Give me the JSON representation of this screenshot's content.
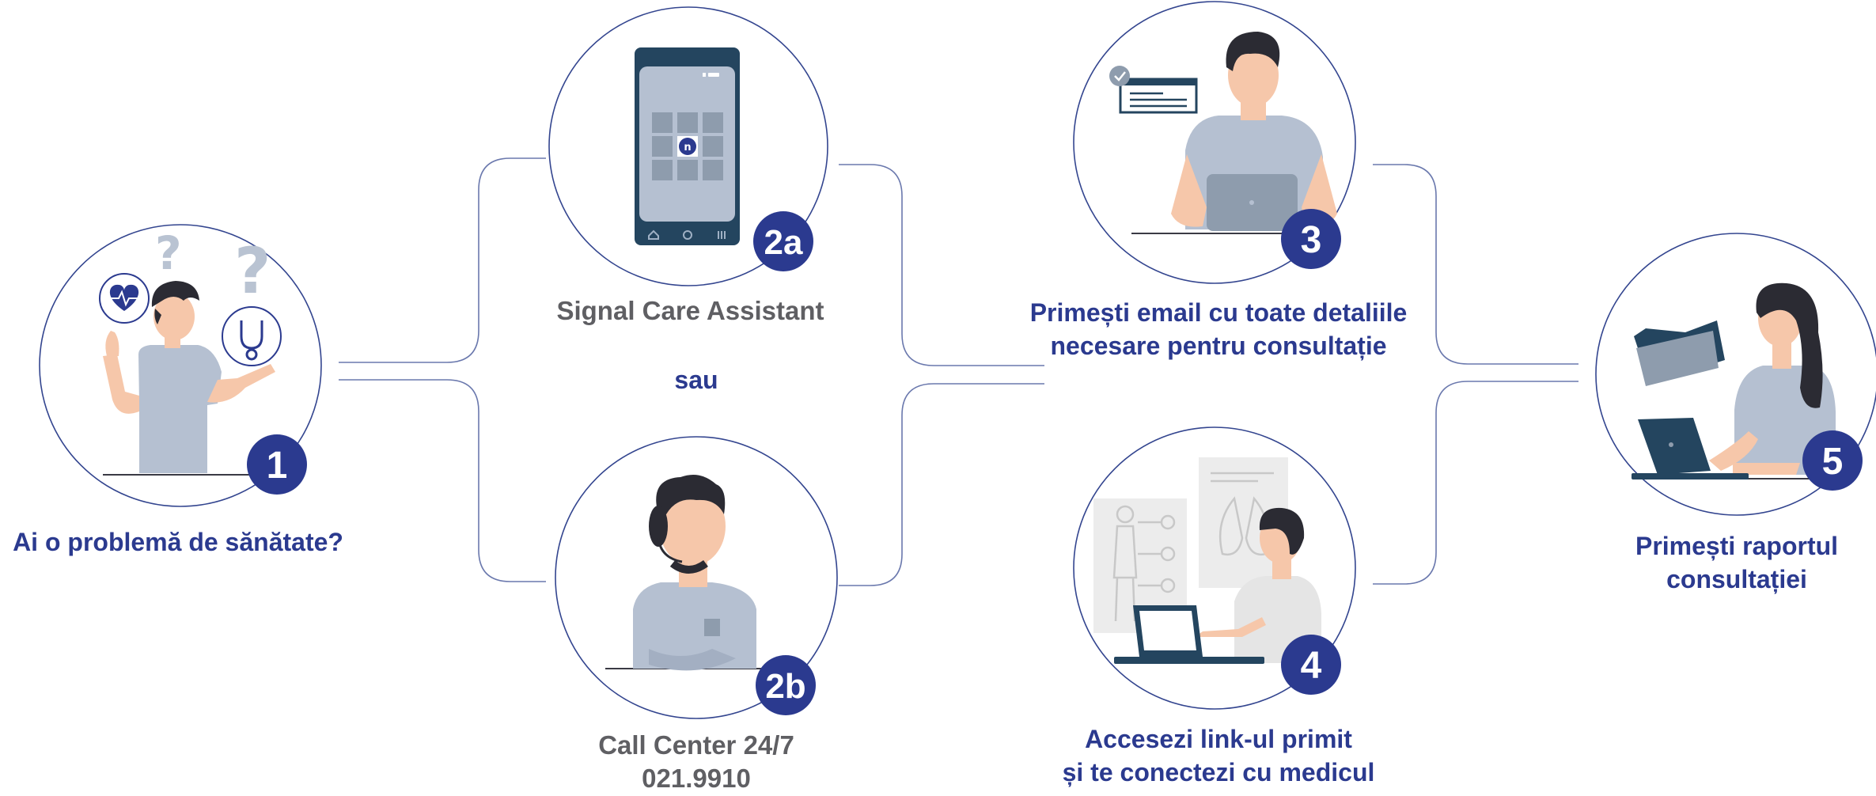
{
  "colors": {
    "accent": "#2b3a8f",
    "line": "#6a78ad",
    "label_grey": "#5f5f63",
    "shirt": "#b5c0d1",
    "skin": "#f6c7aa",
    "hair": "#2b2b33",
    "device_dark": "#24455f"
  },
  "steps": {
    "s1": {
      "badge": "1",
      "label": [
        "Ai o problemă de sănătate?"
      ],
      "icon": "worried-person-icon"
    },
    "s2a": {
      "badge": "2a",
      "label": [
        "Signal Care Assistant"
      ],
      "icon": "smartphone-app-icon"
    },
    "or_text": "sau",
    "s2b": {
      "badge": "2b",
      "label": [
        "Call Center 24/7",
        "021.9910"
      ],
      "icon": "call-center-operator-icon"
    },
    "s3": {
      "badge": "3",
      "label": [
        "Primești email cu toate detaliile",
        "necesare pentru consultație"
      ],
      "icon": "person-laptop-email-icon"
    },
    "s4": {
      "badge": "4",
      "label": [
        "Accesezi link-ul primit",
        "și te conectezi cu medicul"
      ],
      "icon": "doctor-consultation-icon"
    },
    "s5": {
      "badge": "5",
      "label": [
        "Primești raportul",
        "consultației"
      ],
      "icon": "person-laptop-report-icon"
    }
  }
}
